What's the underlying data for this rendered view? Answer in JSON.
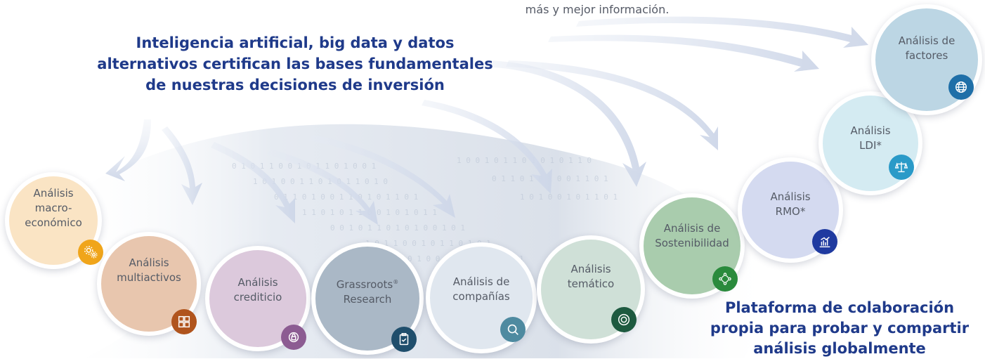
{
  "top_note": "más y mejor información.",
  "headline_left": [
    "Inteligencia artificial, big data y datos",
    "alternativos certifican las bases fundamentales",
    "de nuestras decisiones de inversión"
  ],
  "headline_right": [
    "Plataforma de colaboración",
    "propia para probar y compartir",
    "análisis globalmente"
  ],
  "circles": [
    {
      "key": "macro",
      "lines": [
        "Análisis",
        "macro-",
        "económico"
      ],
      "icon": "gears-icon",
      "fill": "#fae4c4",
      "badge": "#f0a51a"
    },
    {
      "key": "multi",
      "lines": [
        "Análisis",
        "multiactivos"
      ],
      "icon": "puzzle-icon",
      "fill": "#e8c6ae",
      "badge": "#b0541d"
    },
    {
      "key": "credit",
      "lines": [
        "Análisis",
        "crediticio"
      ],
      "icon": "lock-search-icon",
      "fill": "#dcc9dc",
      "badge": "#8c5c92"
    },
    {
      "key": "grass",
      "lines": [
        "Grassroots",
        "Research"
      ],
      "reg": "®",
      "icon": "clipboard-check-icon",
      "fill": "#aab8c6",
      "badge": "#1f4e6c"
    },
    {
      "key": "company",
      "lines": [
        "Análisis de",
        "compañías"
      ],
      "icon": "magnifier-icon",
      "fill": "#e0e7ef",
      "badge": "#4e8aa0"
    },
    {
      "key": "thematic",
      "lines": [
        "Análisis",
        "temático"
      ],
      "icon": "target-icon",
      "fill": "#cfe0d7",
      "badge": "#1e5a40"
    },
    {
      "key": "sustain",
      "lines": [
        "Análisis de",
        "Sostenibilidad"
      ],
      "icon": "people-network-icon",
      "fill": "#a9ccad",
      "badge": "#2a8a3c"
    },
    {
      "key": "rmo",
      "lines": [
        "Análisis",
        "RMO*"
      ],
      "icon": "bar-chart-icon",
      "fill": "#d4daf0",
      "badge": "#1f3aa0"
    },
    {
      "key": "ldi",
      "lines": [
        "Análisis",
        "LDI*"
      ],
      "icon": "scales-icon",
      "fill": "#d4ebf2",
      "badge": "#2a9ac8"
    },
    {
      "key": "factors",
      "lines": [
        "Análisis de",
        "factores"
      ],
      "icon": "globe-icon",
      "fill": "#bcd6e4",
      "badge": "#1f6fa8"
    }
  ]
}
